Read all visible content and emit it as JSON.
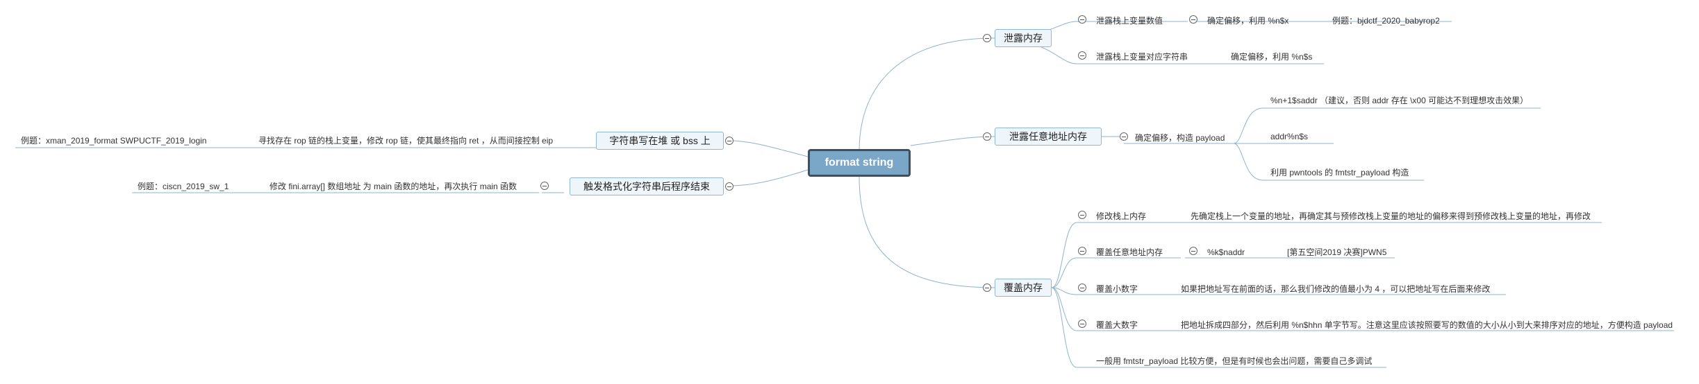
{
  "root": "format string",
  "branches": {
    "leak_memory": {
      "label": "泄露内存",
      "stack_var_value": "泄露栈上变量数值",
      "offset_x": "确定偏移，利用 %n$x",
      "example_x": "例题：bjdctf_2020_babyrop2",
      "stack_var_string": "泄露栈上变量对应字符串",
      "offset_s": "确定偏移，利用 %n$s"
    },
    "leak_any": {
      "label": "泄露任意地址内存",
      "payload": "确定偏移，构造 payload",
      "opt1": "%n+1$saddr （建议，否则 addr 存在 \\x00 可能达不到理想攻击效果）",
      "opt2": "addr%n$s",
      "opt3": "利用 pwntools 的 fmtstr_payload 构造"
    },
    "overwrite": {
      "label": "覆盖内存",
      "stack": "修改栈上内存",
      "stack_desc": "先确定栈上一个变量的地址，再确定其与预修改栈上变量的地址的偏移来得到预修改栈上变量的地址，再修改",
      "any": "覆盖任意地址内存",
      "any_fmt": "%k$naddr",
      "any_example": "[第五空间2019 决赛]PWN5",
      "small": "覆盖小数字",
      "small_desc": "如果把地址写在前面的话，那么我们修改的值最小为 4 ，可以把地址写在后面来修改",
      "big": "覆盖大数字",
      "big_desc": "把地址拆成四部分，然后利用 %n$hhn 单字节写。注意这里应该按照要写的数值的大小从小到大来排序对应的地址，方便构造 payload",
      "note": "一般用 fmtstr_payload 比较方便，但是有时候也会出问题，需要自己多调试"
    },
    "heap_bss": {
      "label": "字符串写在堆 或 bss 上",
      "desc": "寻找存在 rop 链的栈上变量，修改 rop 链，使其最终指向 ret ，从而间接控制 eip",
      "example": "例题：xman_2019_format SWPUCTF_2019_login"
    },
    "trigger_end": {
      "label": "触发格式化字符串后程序结束",
      "desc": "修改 fini.array[] 数组地址 为 main 函数的地址，再次执行 main 函数",
      "example": "例题：ciscn_2019_sw_1"
    }
  }
}
